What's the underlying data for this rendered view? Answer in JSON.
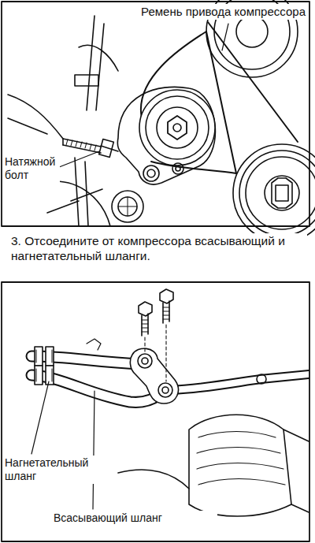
{
  "diagram": {
    "labels": [
      "Ремень привода компрессора",
      "Натяжной болт",
      "3. Отсоедините от компрессора всасывающий и нагнетательный шланги.",
      "Нагнетательный шланг",
      "Всасывающий шланг"
    ]
  }
}
